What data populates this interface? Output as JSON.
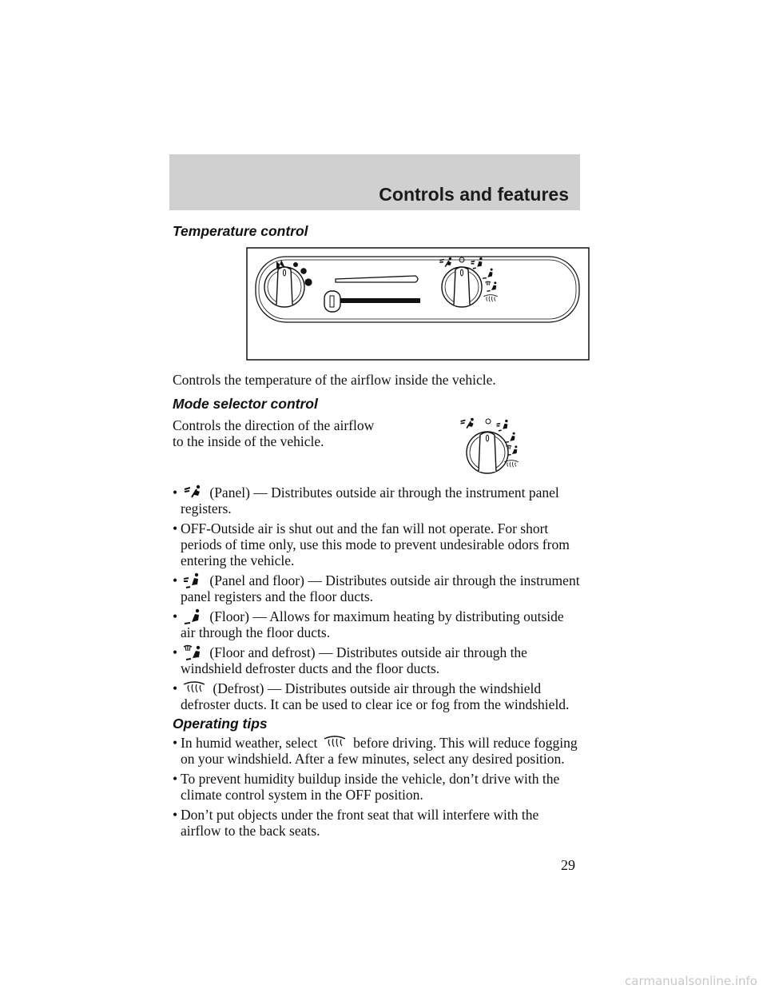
{
  "header": {
    "title": "Controls and features"
  },
  "temperature_section": {
    "heading": "Temperature control",
    "description": "Controls the temperature of the airflow inside the vehicle."
  },
  "mode_section": {
    "heading": "Mode selector control",
    "description": "Controls the direction of the airflow to the inside of the vehicle.",
    "items": [
      {
        "icon": "panel-vent-icon",
        "text": "(Panel) — Distributes outside air through the instrument panel registers."
      },
      {
        "icon": "",
        "text": "OFF-Outside air is shut out and the fan will not operate. For short periods of time only, use this mode to prevent undesirable odors from entering the vehicle."
      },
      {
        "icon": "panel-floor-vent-icon",
        "text": "(Panel and floor) — Distributes outside air through the instrument panel registers and the floor ducts."
      },
      {
        "icon": "floor-vent-icon",
        "text": "(Floor) — Allows for maximum heating by distributing outside air through the floor ducts."
      },
      {
        "icon": "floor-defrost-icon",
        "text": "(Floor and defrost) — Distributes outside air through the windshield defroster ducts and the floor ducts."
      },
      {
        "icon": "defrost-icon",
        "text": "(Defrost) — Distributes outside air through the windshield defroster ducts. It can be used to clear ice or fog from the windshield."
      }
    ]
  },
  "tips_section": {
    "heading": "Operating tips",
    "tip1_before": "In humid weather, select",
    "tip1_icon": "defrost-icon",
    "tip1_after": "before driving. This will reduce fogging on your windshield. After a few minutes, select any desired position.",
    "tip2": "To prevent humidity buildup inside the vehicle, don’t drive with the climate control system in the OFF position.",
    "tip3": "Don’t put objects under the front seat that will interfere with the airflow to the back seats."
  },
  "page_number": "29",
  "watermark": "carmanualsonline.info"
}
